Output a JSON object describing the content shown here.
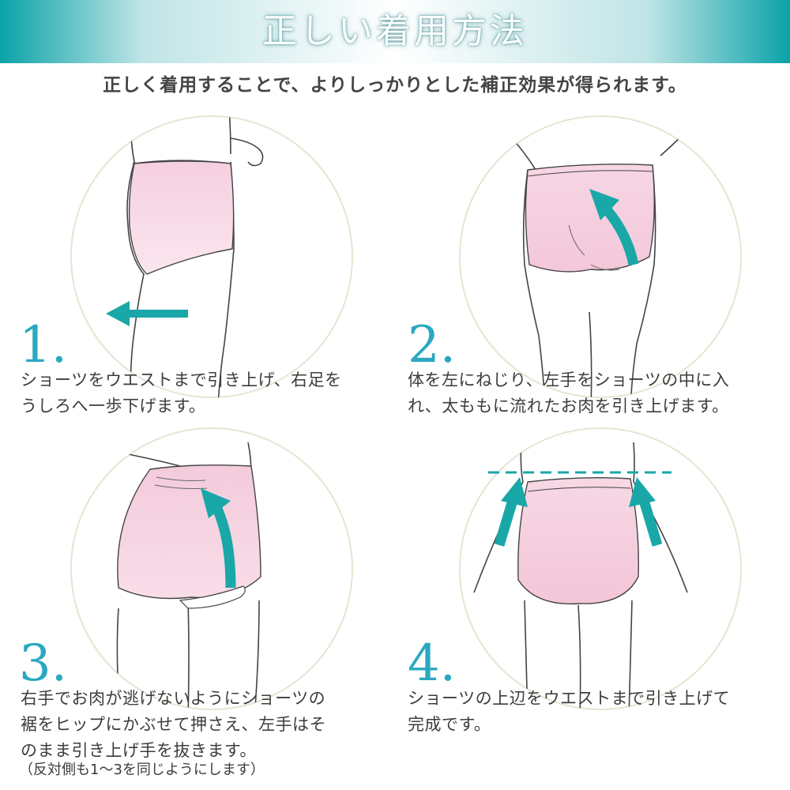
{
  "header": {
    "title": "正しい着用方法",
    "subtitle": "正しく着用することで、よりしっかりとした補正効果が得られます。"
  },
  "colors": {
    "teal": "#1aa7a8",
    "number_blue": "#2aa8c2",
    "pink": "#f7d3e2",
    "circle_border": "#e8e3d2"
  },
  "steps": [
    {
      "number": "1.",
      "lines": [
        "ショーツをウエストまで引き上げ、右足を",
        "うしろへ一歩下げます。"
      ]
    },
    {
      "number": "2.",
      "lines": [
        "体を左にねじり、左手をショーツの中に入",
        "れ、太ももに流れたお肉を引き上げます。"
      ]
    },
    {
      "number": "3.",
      "lines": [
        "右手でお肉が逃げないようにショーツの",
        "裾をヒップにかぶせて押さえ、左手はそ",
        "のまま引き上げ手を抜きます。"
      ],
      "note": "（反対側も1〜3を同じようにします）"
    },
    {
      "number": "4.",
      "lines": [
        "ショーツの上辺をウエストまで引き上げて",
        "完成です。"
      ]
    }
  ],
  "icons": [
    "arrow-left-icon",
    "arrow-up-curve-icon",
    "arrow-up-icon"
  ]
}
